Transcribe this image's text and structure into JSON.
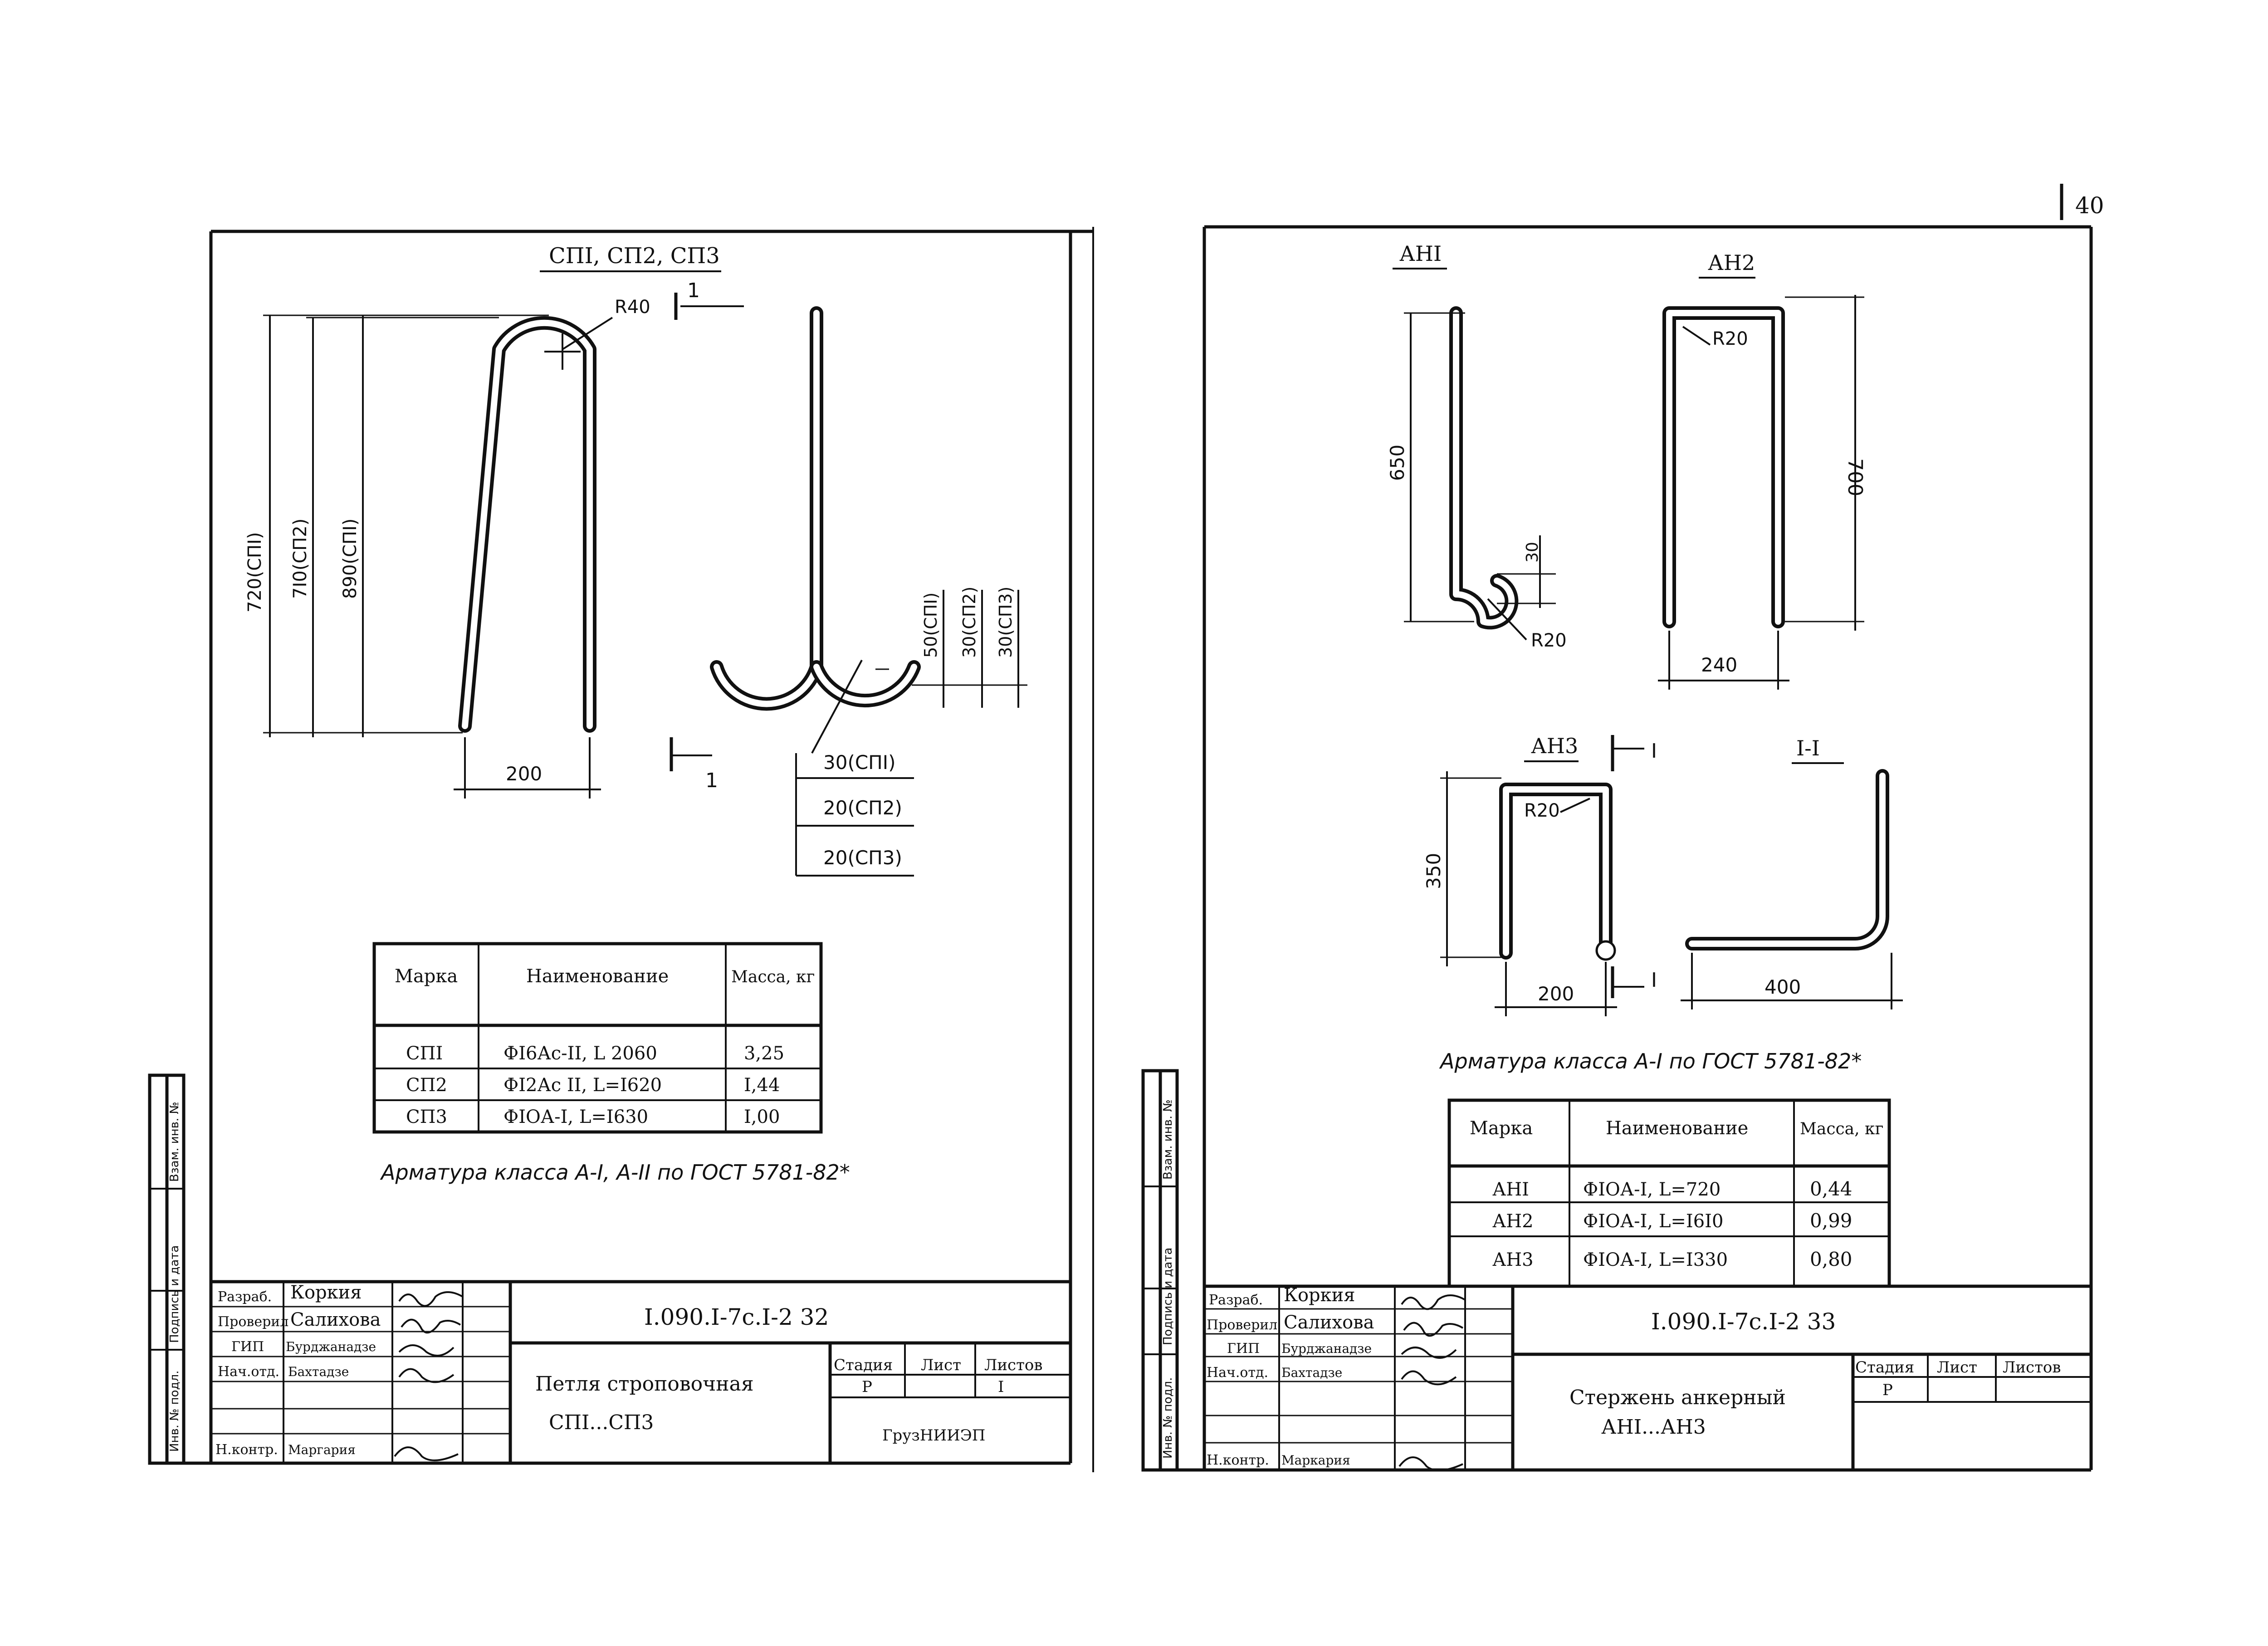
{
  "page_number": "40",
  "sheet_left": {
    "section_title": "СПI, СП2, СП3",
    "dims": {
      "radius": "R40",
      "section_mark": "1",
      "h1": "720(СПI)",
      "h2": "7I0(СП2)",
      "h3": "890(СПI)",
      "width": "200",
      "leg1": "50(СПI)",
      "leg2": "30(СП2)",
      "leg3": "30(СП3)",
      "off1": "30(СПI)",
      "off2": "20(СП2)",
      "off3": "20(СП3)"
    },
    "table": {
      "headers": [
        "Марка",
        "Наименование",
        "Масса, кг"
      ],
      "rows": [
        [
          "СПI",
          "ФI6Ас-II, L 2060",
          "3,25"
        ],
        [
          "СП2",
          "ФI2Ас II, L=I620",
          "I,44"
        ],
        [
          "СП3",
          "ФIОА-I, L=I630",
          "I,00"
        ]
      ]
    },
    "note": "Арматура класса А-I, А-II по ГОСТ 5781-82*",
    "stamp": {
      "code": "I.090.I-7с.I-2 32",
      "roles": [
        "Разраб.",
        "Проверил",
        "ГИП",
        "Нач.отд.",
        "",
        "",
        "Н.контр."
      ],
      "names": [
        "Коркия",
        "Салихова",
        "Бурджанадзе",
        "Бахтадзе",
        "",
        "",
        "Маргария"
      ],
      "title_line1": "Петля строповочная",
      "title_line2": "СПI...СП3",
      "col_stage": "Стадия",
      "col_sheet": "Лист",
      "col_sheets": "Листов",
      "stage": "Р",
      "sheet": "I",
      "org": "ГрузНИИЭП"
    },
    "side_labels": [
      "Инв. № подл.",
      "Подпись и дата",
      "Взам. инв. №"
    ]
  },
  "sheet_right": {
    "labels": {
      "an1": "АНI",
      "an2": "АН2",
      "an3": "АН3",
      "section": "I-I",
      "cut": "I"
    },
    "dims": {
      "an1_h": "650",
      "an1_hook": "30",
      "an1_r": "R20",
      "an2_r": "R20",
      "an2_h": "700",
      "an2_w": "240",
      "an3_r": "R20",
      "an3_h": "350",
      "an3_w": "200",
      "sec_w": "400"
    },
    "note": "Арматура класса А-I по ГОСТ 5781-82*",
    "table": {
      "headers": [
        "Марка",
        "Наименование",
        "Масса, кг"
      ],
      "rows": [
        [
          "АНI",
          "ФIОА-I, L=720",
          "0,44"
        ],
        [
          "АН2",
          "ФIОА-I, L=I6I0",
          "0,99"
        ],
        [
          "АН3",
          "ФIОА-I, L=I330",
          "0,80"
        ]
      ]
    },
    "stamp": {
      "code": "I.090.I-7с.I-2 33",
      "roles": [
        "Разраб.",
        "Проверил",
        "ГИП",
        "Нач.отд.",
        "",
        "",
        "Н.контр."
      ],
      "names": [
        "Коркия",
        "Салихова",
        "Бурджанадзе",
        "Бахтадзе",
        "",
        "",
        "Маркария"
      ],
      "title_line1": "Стержень анкерный",
      "title_line2": "АНI...АН3",
      "col_stage": "Стадия",
      "col_sheet": "Лист",
      "col_sheets": "Листов",
      "stage": "Р"
    },
    "side_labels": [
      "Инв. № подл.",
      "Подпись и дата",
      "Взам. инв. №"
    ]
  }
}
